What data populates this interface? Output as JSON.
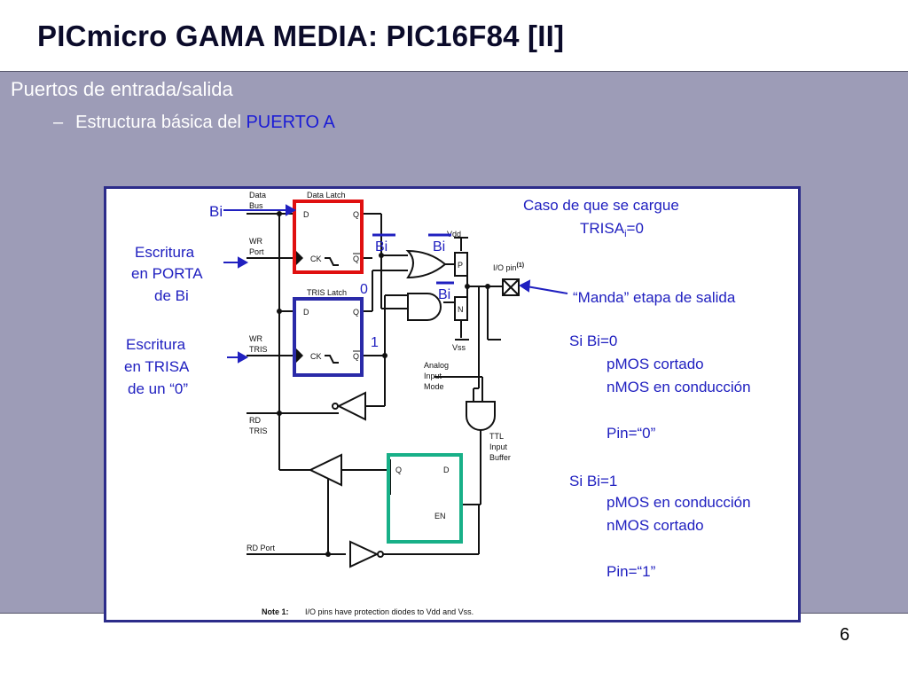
{
  "slide": {
    "title": "PICmicro GAMA MEDIA: PIC16F84 [II]",
    "bullet_main": "Puertos de entrada/salida",
    "bullet_sub_dash": "–",
    "bullet_sub_text": "Estructura básica del ",
    "bullet_sub_highlight": "PUERTO A",
    "page_number": "6"
  },
  "diagram": {
    "left_labels": {
      "bi": "Bi",
      "escritura_porta": [
        "Escritura",
        "en PORTA",
        "de Bi"
      ],
      "escritura_trisa": [
        "Escritura",
        "en TRISA",
        "de un “0”"
      ]
    },
    "signals": {
      "data_bus": [
        "Data",
        "Bus"
      ],
      "wr_port": [
        "WR",
        "Port"
      ],
      "wr_tris": [
        "WR",
        "TRIS"
      ],
      "rd_tris": [
        "RD",
        "TRIS"
      ],
      "rd_port": "RD Port",
      "data_latch": "Data Latch",
      "tris_latch": "TRIS Latch",
      "d": "D",
      "q": "Q",
      "ck": "CK",
      "en": "EN",
      "vdd": "Vdd",
      "vss": "Vss",
      "p": "P",
      "n": "N",
      "io_pin": "I/O pin",
      "io_pin_sup": "(1)",
      "analog": [
        "Analog",
        "Input",
        "Mode"
      ],
      "ttl": [
        "TTL",
        "Input",
        "Buffer"
      ]
    },
    "annotations": {
      "bi_1": "Bi",
      "bi_2": "Bi",
      "bi_3": "Bi",
      "zero": "0",
      "one": "1"
    },
    "note": {
      "label": "Note 1:",
      "text": "I/O pins have protection diodes to Vdd and Vss."
    },
    "right_text": {
      "caso_line1": "Caso de que se cargue",
      "caso_line2_pre": "TRISA",
      "caso_line2_sub": "i",
      "caso_line2_post": "=0",
      "manda": "“Manda” etapa de salida",
      "si_bi0": "Si Bi=0",
      "pmos_cortado": "pMOS cortado",
      "nmos_conduccion": "nMOS en conducción",
      "pin0": "Pin=“0”",
      "si_bi1": "Si Bi=1",
      "pmos_conduccion": "pMOS en conducción",
      "nmos_cortado": "nMOS cortado",
      "pin1": "Pin=“1”"
    },
    "colors": {
      "annotation_blue": "#2020c0",
      "latch_red": "#e01010",
      "latch_blue": "#2a2aa8",
      "buffer_green": "#18b088",
      "line": "#111111"
    }
  }
}
